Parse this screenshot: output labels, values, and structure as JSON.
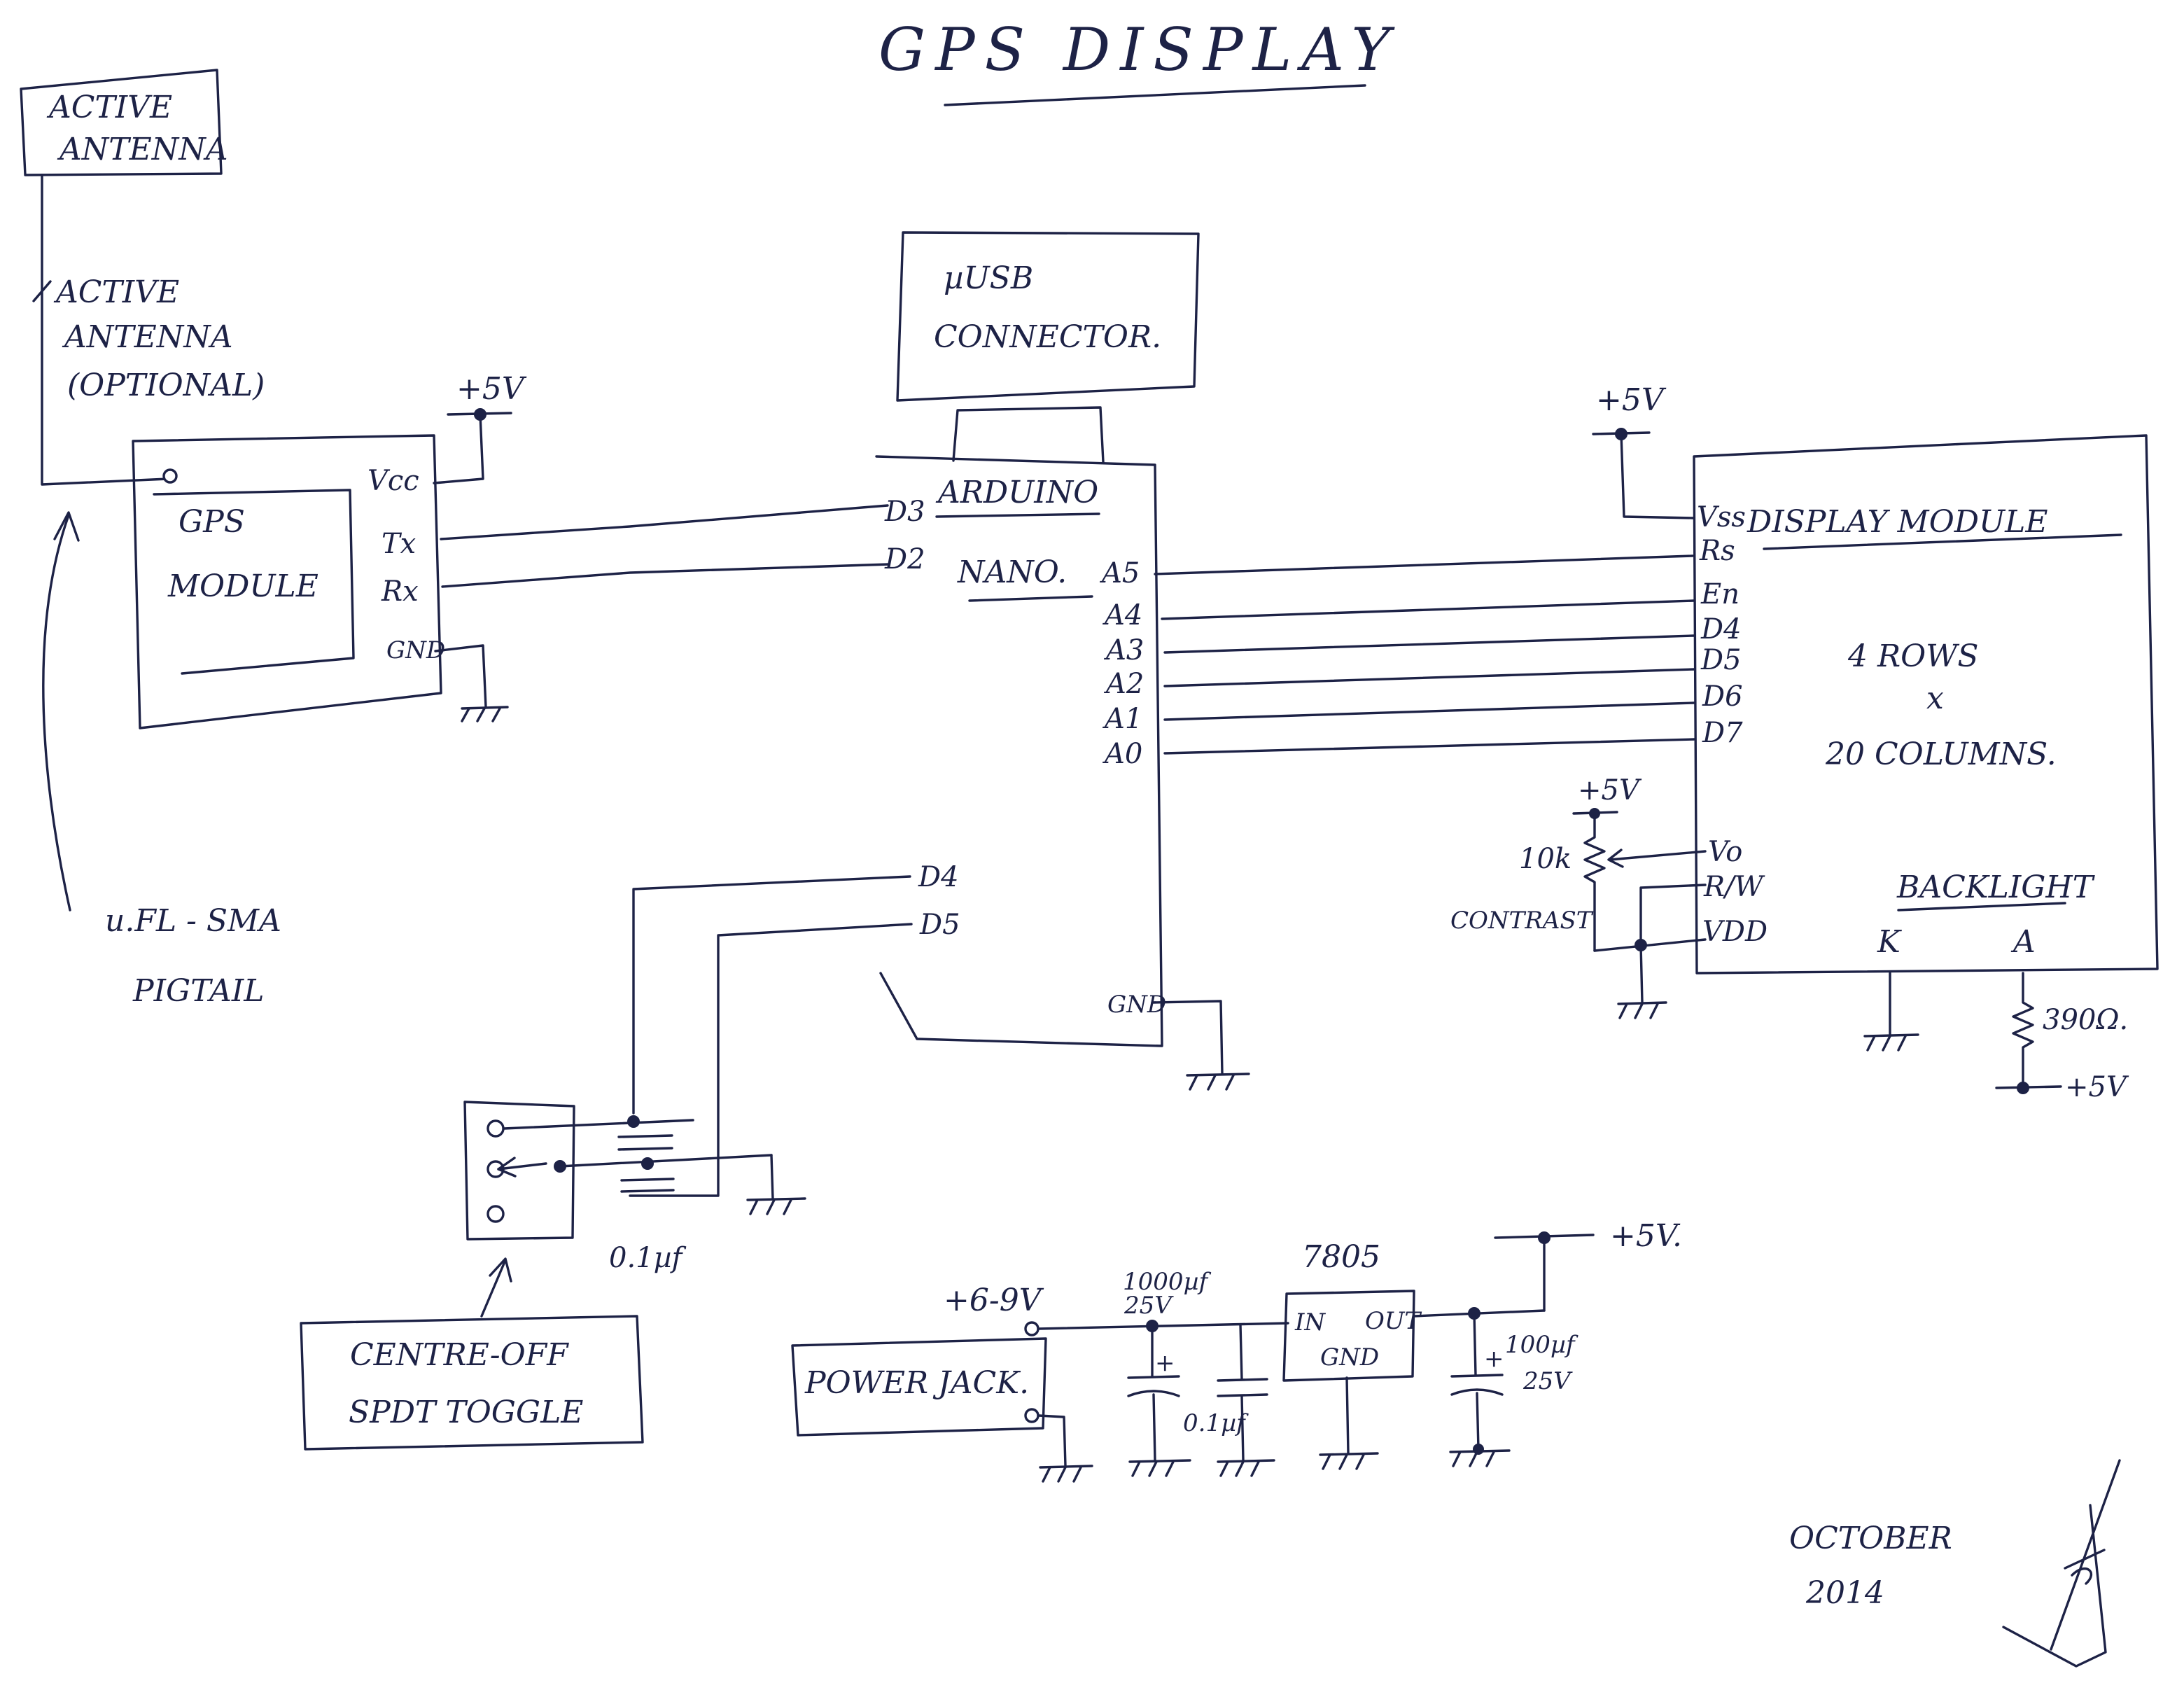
{
  "title": "GPS DISPLAY",
  "active_antenna": {
    "label_line1": "ACTIVE",
    "label_line2": "ANTENNA"
  },
  "antenna_note": {
    "line1": "ACTIVE",
    "line2": "ANTENNA",
    "line3": "(OPTIONAL)"
  },
  "pigtail_note": {
    "line1": "u.FL - SMA",
    "line2": "PIGTAIL"
  },
  "gps": {
    "supply": "+5V",
    "label_line1": "GPS",
    "label_line2": "MODULE",
    "pins": {
      "vcc": "Vcc",
      "tx": "Tx",
      "rx": "Rx",
      "gnd": "GND"
    }
  },
  "usb": {
    "line1": "µUSB",
    "line2": "CONNECTOR."
  },
  "arduino": {
    "label_line1": "ARDUINO",
    "label_line2": "NANO.",
    "pins": {
      "d3": "D3",
      "d2": "D2",
      "a5": "A5",
      "a4": "A4",
      "a3": "A3",
      "a2": "A2",
      "a1": "A1",
      "a0": "A0",
      "d4": "D4",
      "d5": "D5",
      "gnd": "GND"
    }
  },
  "display": {
    "supply": "+5V",
    "title": "DISPLAY MODULE",
    "rows_line": "4 ROWS",
    "x_line": "x",
    "cols_line": "20 COLUMNS.",
    "pins": {
      "vss": "Vss",
      "rs": "Rs",
      "en": "En",
      "d4": "D4",
      "d5": "D5",
      "d6": "D6",
      "d7": "D7",
      "vo": "Vo",
      "rw": "R/W",
      "vdd": "VDD"
    },
    "backlight": "BACKLIGHT",
    "k": "K",
    "a": "A",
    "resistor": "390Ω.",
    "backlight_supply": "+5V"
  },
  "contrast": {
    "supply": "+5V",
    "pot": "10k",
    "label": "CONTRAST"
  },
  "switch": {
    "cap": "0.1µf",
    "label_line1": "CENTRE-OFF",
    "label_line2": "SPDT TOGGLE"
  },
  "power": {
    "input": "+6-9V",
    "jack": "POWER JACK.",
    "cap1_line1": "1000µf",
    "cap1_line2": "25V",
    "cap2": "0.1µf",
    "reg": "7805",
    "reg_in": "IN",
    "reg_out": "OUT",
    "reg_gnd": "GND",
    "cap3_line1": "100µf",
    "cap3_line2": "25V",
    "output": "+5V."
  },
  "footer": {
    "month": "OCTOBER",
    "year": "2014"
  }
}
